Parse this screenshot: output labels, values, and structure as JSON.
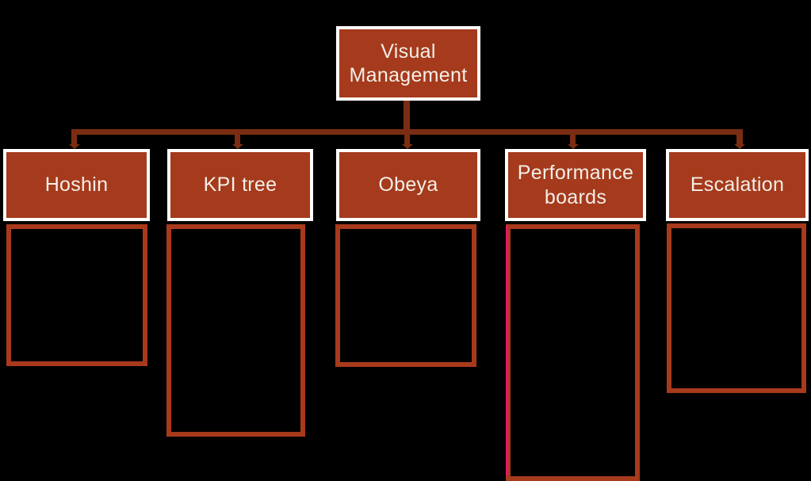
{
  "page": {
    "background": "#000000"
  },
  "diagram": {
    "type": "tree",
    "root": {
      "label": "Visual Management"
    },
    "children": [
      {
        "label": "Hoshin"
      },
      {
        "label": "KPI tree"
      },
      {
        "label": "Obeya"
      },
      {
        "label": "Performance boards"
      },
      {
        "label": "Escalation"
      }
    ],
    "colors": {
      "background": "#000000",
      "node_fill": "#A53A1C",
      "node_border": "#FFFFFF",
      "node_text": "#F4EFE8",
      "connector": "#7B2D13",
      "panel_border": "#A83A1C",
      "artifact_line": "#E8146B"
    }
  }
}
